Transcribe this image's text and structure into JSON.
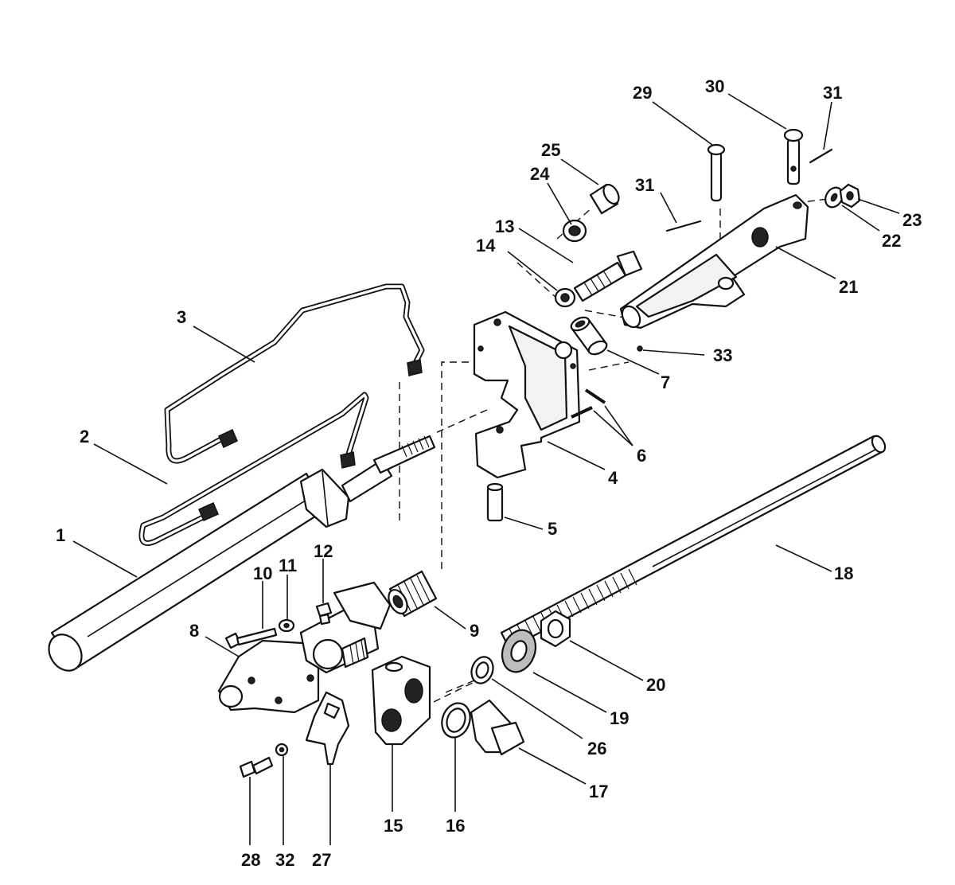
{
  "callouts": {
    "c1": "1",
    "c2": "2",
    "c3": "3",
    "c4": "4",
    "c5": "5",
    "c6": "6",
    "c7": "7",
    "c8": "8",
    "c9": "9",
    "c10": "10",
    "c11": "11",
    "c12": "12",
    "c13": "13",
    "c14": "14",
    "c15": "15",
    "c16": "16",
    "c17": "17",
    "c18": "18",
    "c19": "19",
    "c20": "20",
    "c21": "21",
    "c22": "22",
    "c23": "23",
    "c24": "24",
    "c25": "25",
    "c26": "26",
    "c27": "27",
    "c28": "28",
    "c29": "29",
    "c30": "30",
    "c31a": "31",
    "c31b": "31",
    "c32": "32",
    "c33": "33"
  }
}
